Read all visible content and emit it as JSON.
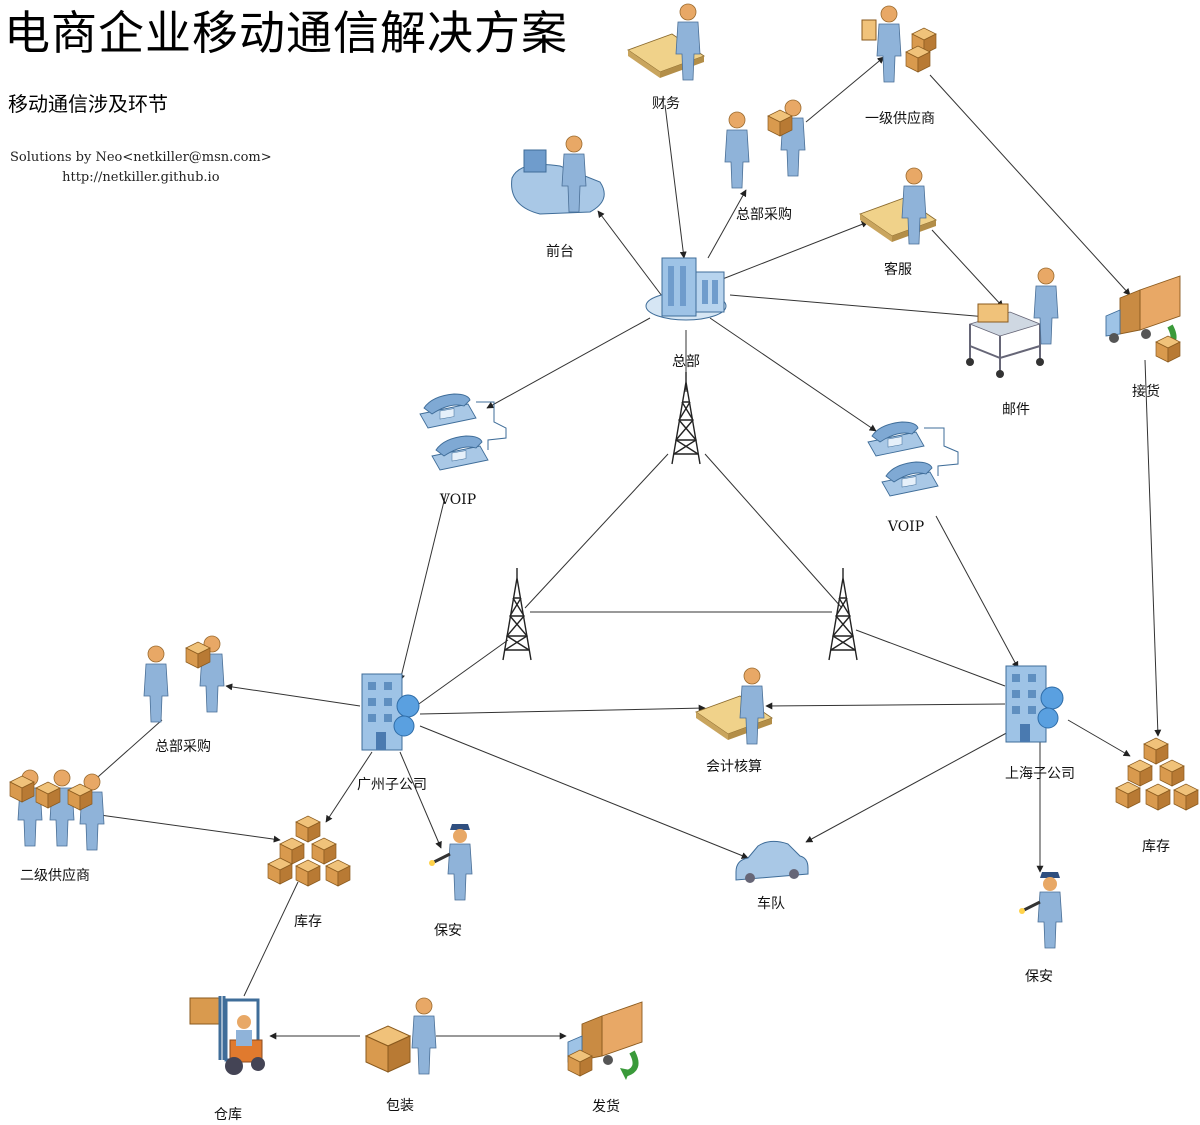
{
  "title": "电商企业移动通信解决方案",
  "subtitle": "移动通信涉及环节",
  "credit": {
    "line1": "Solutions by Neo<netkiller@msn.com>",
    "line2": "http://netkiller.github.io"
  },
  "nodes": {
    "hq": "总部",
    "finance": "财务",
    "frontdesk": "前台",
    "hq_purchase": "总部采购",
    "supplier1": "一级供应商",
    "service": "客服",
    "mail": "邮件",
    "receive": "接货",
    "voip_left": "VOIP",
    "voip_right": "VOIP",
    "gz": "广州子公司",
    "sh": "上海子公司",
    "gz_purchase": "总部采购",
    "supplier2": "二级供应商",
    "gz_stock": "库存",
    "gz_guard": "保安",
    "accounting": "会计核算",
    "fleet": "车队",
    "sh_guard": "保安",
    "sh_stock": "库存",
    "warehouse": "仓库",
    "packing": "包装",
    "shipping": "发货"
  },
  "colors": {
    "edge": "#333333",
    "person": "#8fb3d9",
    "skin": "#e8a866",
    "box": "#d99a4e",
    "building": "#9ec3e6",
    "tower": "#222222",
    "arrow": "#3a9a3a"
  }
}
